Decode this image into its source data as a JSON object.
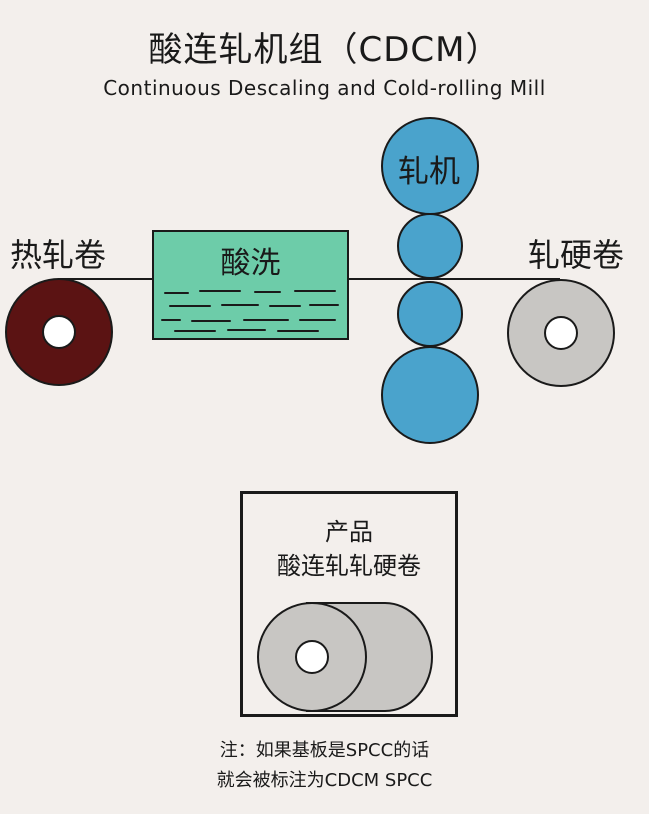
{
  "title": "酸连轧机组（CDCM）",
  "subtitle": "Continuous Descaling and Cold-rolling Mill",
  "labels": {
    "hot_coil": "热轧卷",
    "pickling": "酸洗",
    "mill": "轧机",
    "hard_coil": "轧硬卷"
  },
  "product": {
    "line1": "产品",
    "line2": "酸连轧轧硬卷"
  },
  "note": {
    "line1": "注：如果基板是SPCC的话",
    "line2": "就会被标注为CDCM SPCC"
  },
  "colors": {
    "background": "#f3efec",
    "hot_coil": "#5b1313",
    "pickling_tank": "#6dcca9",
    "mill_rolls": "#4aa3cc",
    "hard_coil": "#c8c6c3",
    "line": "#1a1a1a"
  }
}
